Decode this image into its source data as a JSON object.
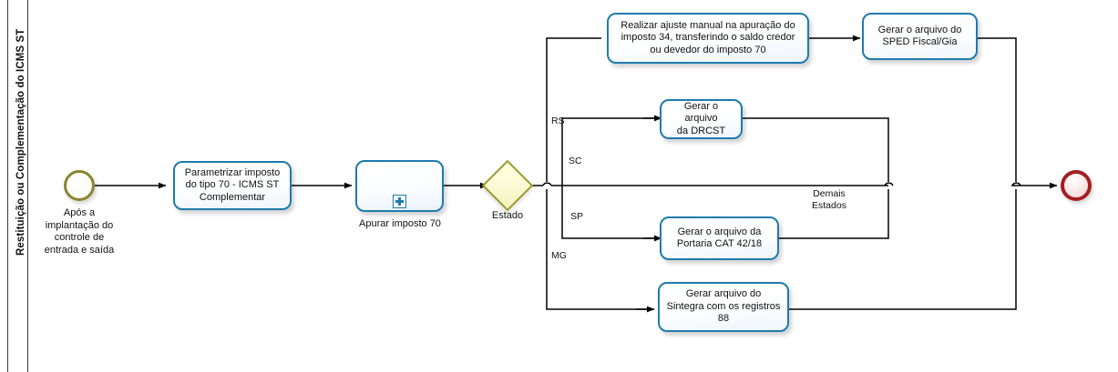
{
  "diagram": {
    "type": "bpmn-process-diagram",
    "lane_title": "Restituição ou Complementação do ICMS ST",
    "colors": {
      "task_border": "#1F7BAD",
      "task_fill": "#FFFFFF",
      "gateway_border": "#9B9A2E",
      "gateway_fill": "#FFFFDD",
      "start_event_border": "#8A8531",
      "end_event_border": "#A51D21",
      "connector": "#000000",
      "lane_border": "#3A3A3A"
    }
  },
  "events": {
    "start": {
      "name": "start-event",
      "label": "Após a\nimplantação do\ncontrole de\nentrada e saída"
    },
    "end": {
      "name": "end-event",
      "label": ""
    }
  },
  "gateway": {
    "name": "estado-gateway",
    "label": "Estado"
  },
  "subprocess": {
    "name": "apurar-imposto-70",
    "label": "Apurar imposto 70",
    "marker": "plus-icon"
  },
  "tasks": [
    {
      "id": "parametrizar",
      "label": "Parametrizar imposto\ndo tipo 70 - ICMS ST\nComplementar"
    },
    {
      "id": "ajuste-manual",
      "label": "Realizar ajuste manual na apuração do\nimposto 34, transferindo o saldo credor\nou devedor do imposto 70"
    },
    {
      "id": "sped-fiscal",
      "label": "Gerar o arquivo do\nSPED Fiscal/Gia"
    },
    {
      "id": "drcst",
      "label": "Gerar o arquivo\nda DRCST"
    },
    {
      "id": "portaria-cat",
      "label": "Gerar o arquivo da\nPortaria CAT 42/18"
    },
    {
      "id": "sintegra",
      "label": "Gerar arquivo do\nSintegra com os registros\n88"
    }
  ],
  "flow_labels": [
    {
      "id": "rs",
      "label": "RS"
    },
    {
      "id": "sc",
      "label": "SC"
    },
    {
      "id": "sp",
      "label": "SP"
    },
    {
      "id": "mg",
      "label": "MG"
    },
    {
      "id": "demais",
      "label": "Demais\nEstados"
    }
  ]
}
